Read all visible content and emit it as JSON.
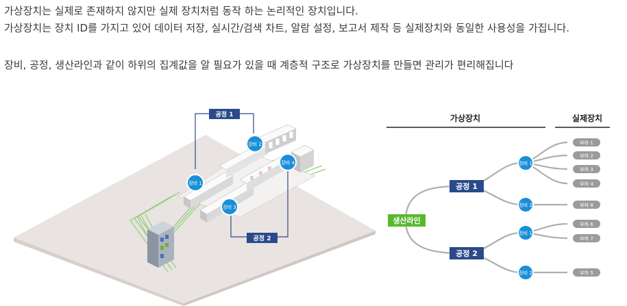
{
  "intro": {
    "line1": "가상장치는 실제로 존재하지 않지만 실제 장치처럼 동작 하는 논리적인 장치입니다.",
    "line2": "가상장치는 장치 ID를 가지고 있어 데이터 저장, 실시간/검색 차트, 알람 설정, 보고서 제작 등 실제장치와 동일한 사용성을 가집니다.",
    "line3": "장비, 공정, 생산라인과 같이 하위의 집계값을 알 필요가 있을 때 계층적 구조로 가상장치를 만들면 관리가 편리해집니다"
  },
  "plant": {
    "process1": "공정 1",
    "process2": "공정 2",
    "equip1": "장비 1",
    "equip2": "장비 2",
    "equip3": "장비 3",
    "equip4": "장비 4"
  },
  "tree": {
    "header_virtual": "가상장치",
    "header_real": "실제장치",
    "line": "생산라인",
    "process1": "공정 1",
    "process2": "공정 2",
    "p1_equip1": "장비 1",
    "p1_equip2": "장비 2",
    "p2_equip1": "장비 1",
    "p2_equip2": "장비 2",
    "load1": "부하 1",
    "load2": "부하 2",
    "load3": "부하 3",
    "load4": "부하 4",
    "load8": "부하 8",
    "load6": "부하 6",
    "load7": "부하 7",
    "load5": "부하 5"
  },
  "colors": {
    "navy": "#2a4a8a",
    "equip_blue": "#1a8fd8",
    "line_green": "#59b82e",
    "load_gray": "#9b9b9b",
    "branch_gray": "#aeaeae"
  }
}
